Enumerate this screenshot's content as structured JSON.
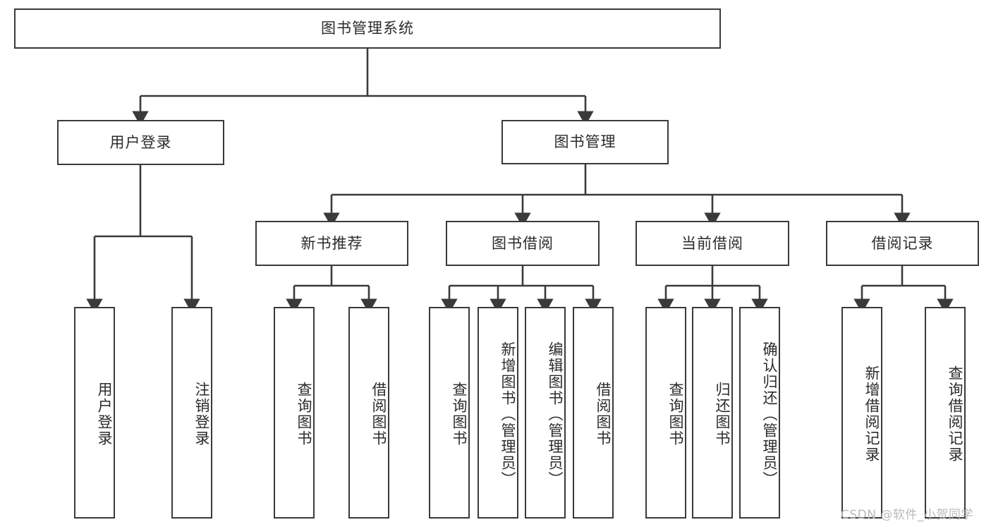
{
  "diagram": {
    "title": "图书管理系统",
    "type": "tree-hierarchy-flowchart",
    "orientation": "top-down",
    "line_color": "#3a3a3a",
    "box_fill": "#ffffff",
    "text_color": "#2b2b2b"
  },
  "watermark": {
    "text": "CSDN @软件_小贺同学",
    "color": "#b9b9b9"
  },
  "nodes": {
    "root": {
      "label": "图书管理系统"
    },
    "level1": [
      {
        "id": "user-login",
        "label": "用户登录"
      },
      {
        "id": "book-management",
        "label": "图书管理"
      }
    ],
    "level2": [
      {
        "id": "new-book-recommend",
        "label": "新书推荐"
      },
      {
        "id": "book-borrow",
        "label": "图书借阅"
      },
      {
        "id": "current-borrow",
        "label": "当前借阅"
      },
      {
        "id": "borrow-record",
        "label": "借阅记录"
      }
    ],
    "leaves": {
      "user_login": [
        {
          "id": "leaf-user-login",
          "label": "用户登录"
        },
        {
          "id": "leaf-logout-login",
          "label": "注销登录"
        }
      ],
      "new_book_recommend": [
        {
          "id": "leaf-query-book-1",
          "label": "查询图书"
        },
        {
          "id": "leaf-borrow-book-1",
          "label": "借阅图书"
        }
      ],
      "book_borrow": [
        {
          "id": "leaf-query-book-2",
          "label": "查询图书"
        },
        {
          "id": "leaf-add-book",
          "label": "新增图书（管理员）"
        },
        {
          "id": "leaf-edit-book",
          "label": "编辑图书（管理员）"
        },
        {
          "id": "leaf-borrow-book-2",
          "label": "借阅图书"
        }
      ],
      "current_borrow": [
        {
          "id": "leaf-query-book-3",
          "label": "查询图书"
        },
        {
          "id": "leaf-return-book",
          "label": "归还图书"
        },
        {
          "id": "leaf-confirm-return",
          "label": "确认归还（管理员）"
        }
      ],
      "borrow_record": [
        {
          "id": "leaf-add-record",
          "label": "新增借阅记录"
        },
        {
          "id": "leaf-query-record",
          "label": "查询借阅记录"
        }
      ]
    }
  }
}
